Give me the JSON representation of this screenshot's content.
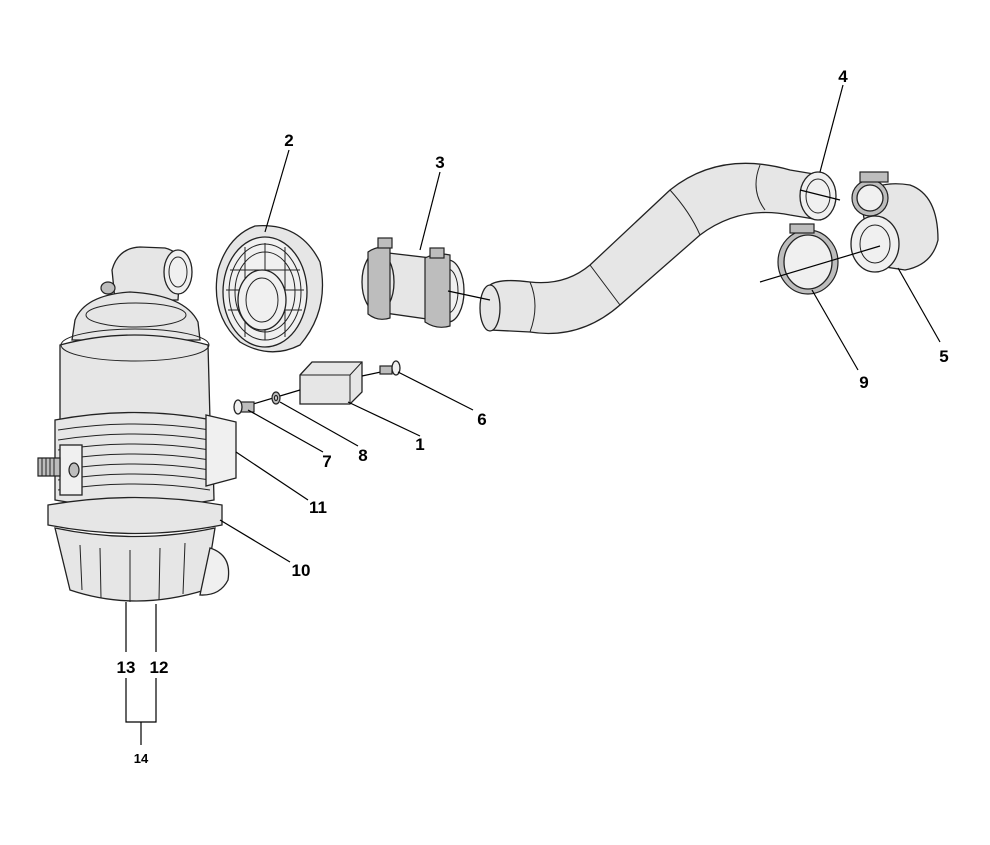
{
  "callouts": {
    "c1": "1",
    "c2": "2",
    "c3": "3",
    "c4": "4",
    "c5": "5",
    "c6": "6",
    "c7": "7",
    "c8": "8",
    "c9": "9",
    "c10": "10",
    "c11": "11",
    "c12": "12",
    "c13": "13",
    "c14": "14"
  },
  "colors": {
    "line": "#222222",
    "fill": "#e6e6e6",
    "background": "#ffffff"
  }
}
